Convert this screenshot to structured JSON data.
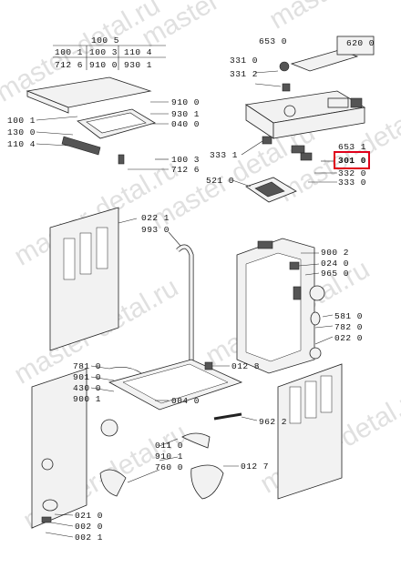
{
  "watermark": "master-detal.ru",
  "highlighted_part": "301 0",
  "table": {
    "header": "100 5",
    "row1": [
      "100 1",
      "100 3",
      "110 4"
    ],
    "row2": [
      "712 6",
      "910 0",
      "930 1"
    ]
  },
  "labels": {
    "l653": "653 0",
    "l620": "620 0",
    "l331a": "331 0",
    "l3312": "331 2",
    "l9100a": "910 0",
    "l9301": "930 1",
    "l0400": "040 0",
    "l1001": "100 1",
    "l1300": "130 0",
    "l1104": "110 4",
    "l1003": "100 3",
    "l7126": "712 6",
    "l3331": "333 1",
    "l6531": "653 1",
    "l3010": "301 0",
    "l3320": "332 0",
    "l3330": "333 0",
    "l5210": "521 0",
    "l0221": "022 1",
    "l9930": "993 0",
    "l9002": "900 2",
    "l0240": "024 0",
    "l9650": "965 0",
    "l5810": "581 0",
    "l7820": "782 0",
    "l0220": "022 0",
    "l7810": "781 0",
    "l9010": "901 0",
    "l4300": "430 0",
    "l9001": "900 1",
    "l0128": "012 8",
    "l0040": "004 0",
    "l9622": "962 2",
    "l0110": "011 0",
    "l9101": "910 1",
    "l7600": "760 0",
    "l0127": "012 7",
    "l0210": "021 0",
    "l0020": "002 0",
    "l0021": "002 1"
  }
}
